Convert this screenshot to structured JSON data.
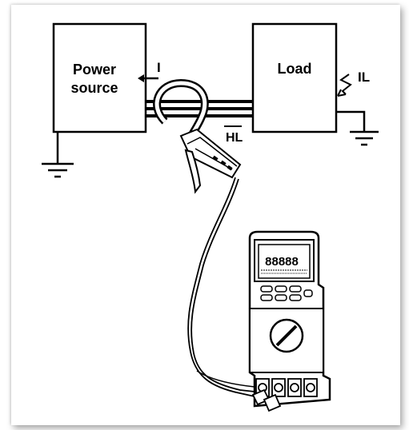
{
  "diagram": {
    "power_source_label_line1": "Power",
    "power_source_label_line2": "source",
    "load_label": "Load",
    "current_label": "I",
    "leakage_current_label": "IL",
    "clamp_marker_label": "HL",
    "meter_display_digits": "88888"
  },
  "colors": {
    "stroke": "#000000",
    "background": "#ffffff"
  }
}
